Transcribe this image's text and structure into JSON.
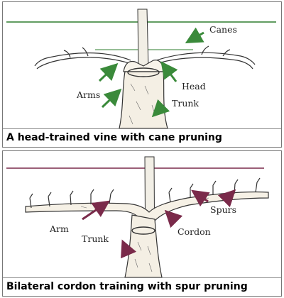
{
  "panel1": {
    "caption": "A head-trained vine with cane pruning",
    "labels": {
      "canes": "Canes",
      "arms": "Arms",
      "head": "Head",
      "trunk": "Trunk"
    }
  },
  "panel2": {
    "caption": "Bilateral cordon training with spur pruning",
    "labels": {
      "spurs": "Spurs",
      "arm": "Arm",
      "cordon": "Cordon",
      "trunk": "Trunk"
    }
  },
  "colors": {
    "wire_top": "#2e7d2e",
    "wire_bottom": "#7a2a4a",
    "arrow_green": "#3a8a3a",
    "arrow_maroon": "#7a2a4a"
  }
}
